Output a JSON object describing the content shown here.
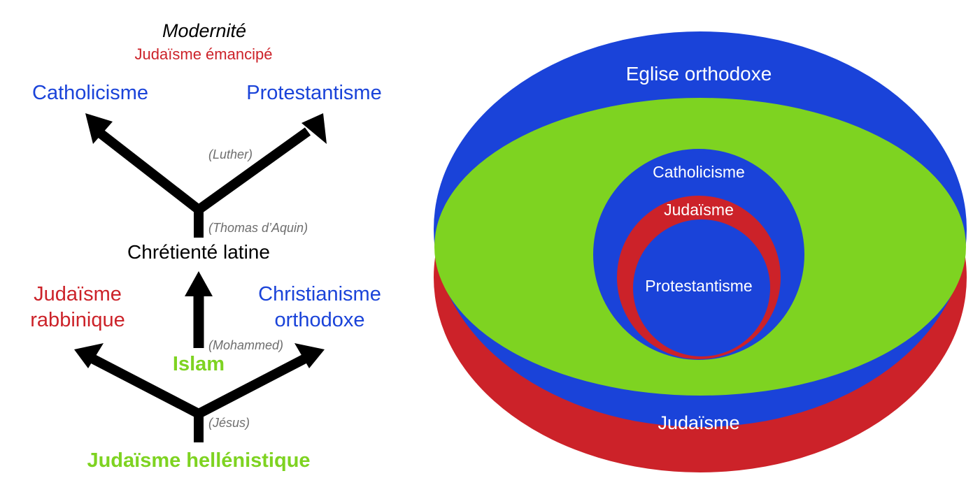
{
  "tree": {
    "modernite": "Modernité",
    "judaisme_emancipe": "Judaïsme émancipé",
    "catholicisme": "Catholicisme",
    "protestantisme": "Protestantisme",
    "luther": "(Luther)",
    "thomas": "(Thomas d’Aquin)",
    "chretiente_latine": "Chrétienté latine",
    "judaisme_rabbinique_1": "Judaïsme",
    "judaisme_rabbinique_2": "rabbinique",
    "christianisme_orthodoxe_1": "Christianisme",
    "christianisme_orthodoxe_2": "orthodoxe",
    "mohammed": "(Mohammed)",
    "islam": "Islam",
    "jesus": "(Jésus)",
    "judaisme_hellenistique": "Judaïsme hellénistique"
  },
  "nested": {
    "eglise_orthodoxe": "Eglise orthodoxe",
    "catholicisme": "Catholicisme",
    "judaisme_inner": "Judaïsme",
    "protestantisme": "Protestantisme",
    "judaisme_outer": "Judaïsme"
  },
  "colors": {
    "blue": "#1a43d9",
    "green": "#7ed321",
    "red": "#cc2229",
    "black": "#000000",
    "grey": "#6e6e6e"
  }
}
